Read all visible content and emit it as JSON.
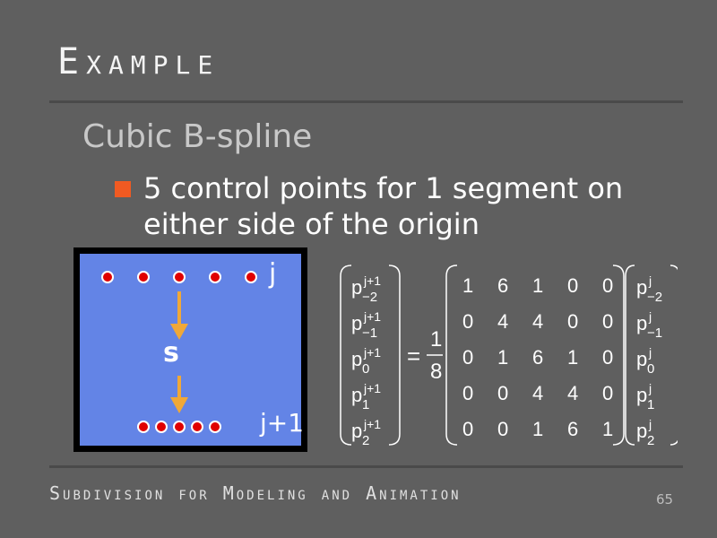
{
  "slide": {
    "title": "Example",
    "subtitle": "Cubic B-spline",
    "bullet": "5 control points for 1 segment on either side of the origin",
    "footer": "Subdivision for Modeling and Animation",
    "page_number": "65"
  },
  "diagram": {
    "label_top": "j",
    "label_bottom": "j+1",
    "label_operator": "s",
    "colors": {
      "background": "#6384e6",
      "frame": "#000000",
      "arrow": "#f0a838",
      "point": "#e00000"
    }
  },
  "equation": {
    "lhs": [
      "p",
      "p",
      "p",
      "p",
      "p"
    ],
    "lhs_sup": [
      "j+1",
      "j+1",
      "j+1",
      "j+1",
      "j+1"
    ],
    "lhs_sub": [
      "−2",
      "−1",
      "0",
      "1",
      "2"
    ],
    "equals": "=",
    "fraction_num": "1",
    "fraction_den": "8",
    "matrix": [
      [
        "1",
        "6",
        "1",
        "0",
        "0"
      ],
      [
        "0",
        "4",
        "4",
        "0",
        "0"
      ],
      [
        "0",
        "1",
        "6",
        "1",
        "0"
      ],
      [
        "0",
        "0",
        "4",
        "4",
        "0"
      ],
      [
        "0",
        "0",
        "1",
        "6",
        "1"
      ]
    ],
    "rhs": [
      "p",
      "p",
      "p",
      "p",
      "p"
    ],
    "rhs_sup": [
      "j",
      "j",
      "j",
      "j",
      "j"
    ],
    "rhs_sub": [
      "−2",
      "−1",
      "0",
      "1",
      "2"
    ]
  },
  "colors": {
    "background": "#5f5f5f",
    "bullet": "#f05a22",
    "rule": "#4a4a4a"
  }
}
